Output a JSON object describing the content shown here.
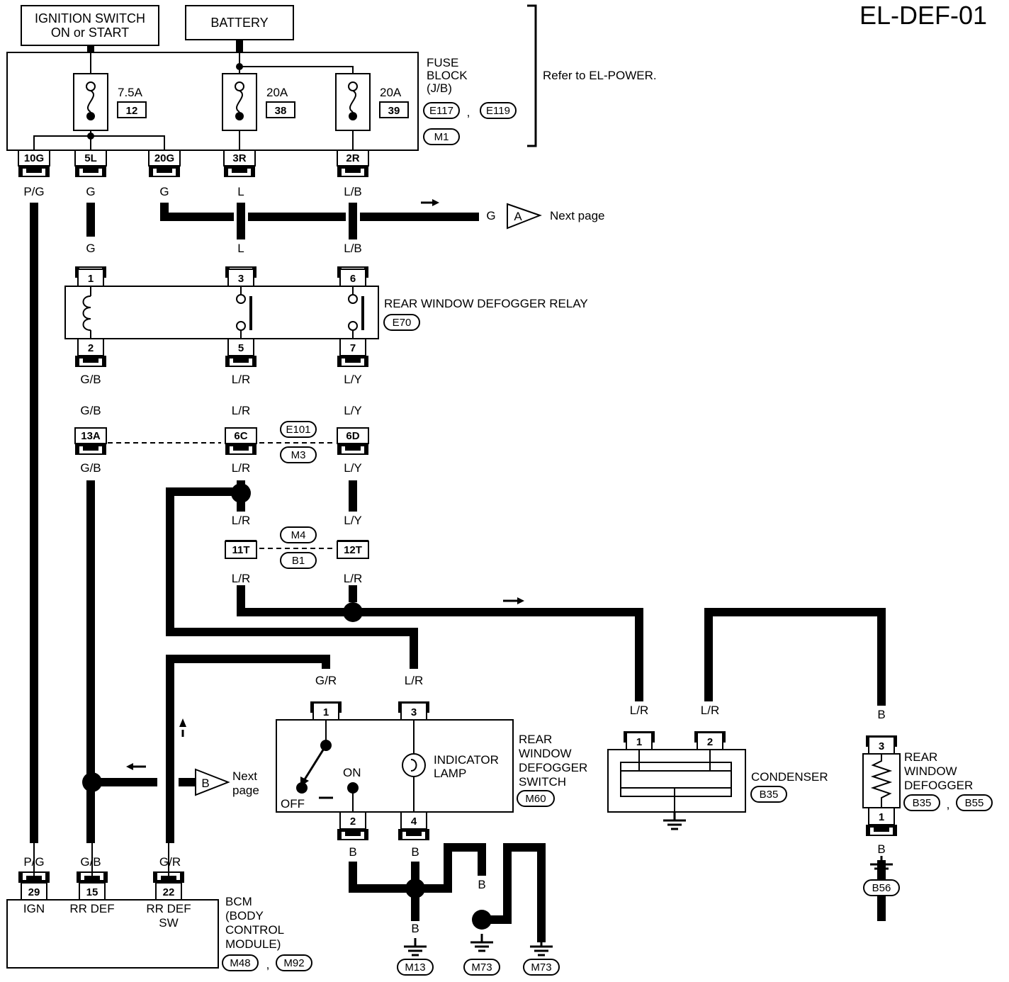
{
  "page_id": "EL-DEF-01",
  "sources": {
    "ignition_line1": "IGNITION SWITCH",
    "ignition_line2": "ON or START",
    "battery": "BATTERY"
  },
  "fuse_block": {
    "title_lines": [
      "FUSE",
      "BLOCK",
      "(J/B)"
    ],
    "connectors": [
      "E117",
      "E119",
      "M1"
    ],
    "refer": "Refer to EL-POWER.",
    "fuses": [
      {
        "rating": "7.5A",
        "number": "12"
      },
      {
        "rating": "20A",
        "number": "38"
      },
      {
        "rating": "20A",
        "number": "39"
      }
    ],
    "terminals": [
      "10G",
      "5L",
      "20G",
      "3R",
      "2R"
    ]
  },
  "wire_colors": {
    "pg": "P/G",
    "g": "G",
    "l": "L",
    "lb": "L/B",
    "gb": "G/B",
    "lr": "L/R",
    "ly": "L/Y",
    "gr": "G/R",
    "b": "B"
  },
  "offpage": {
    "a_letter": "A",
    "b_letter": "B",
    "next_page": "Next page",
    "next": "Next",
    "page": "page"
  },
  "relay": {
    "name": "REAR WINDOW DEFOGGER RELAY",
    "connector": "E70",
    "pins_top": [
      "1",
      "3",
      "6"
    ],
    "pins_bottom": [
      "2",
      "5",
      "7"
    ]
  },
  "joint1": {
    "terminals": [
      "13A",
      "6C",
      "6D"
    ],
    "connectors": [
      "E101",
      "M3"
    ]
  },
  "joint2": {
    "terminals": [
      "11T",
      "12T"
    ],
    "connectors": [
      "M4",
      "B1"
    ]
  },
  "switch": {
    "name_lines": [
      "REAR",
      "WINDOW",
      "DEFOGGER",
      "SWITCH"
    ],
    "connector": "M60",
    "lamp_lines": [
      "INDICATOR",
      "LAMP"
    ],
    "off": "OFF",
    "on": "ON",
    "pins": [
      "1",
      "3",
      "2",
      "4"
    ]
  },
  "condenser": {
    "name": "CONDENSER",
    "connector": "B35",
    "pins": [
      "1",
      "2"
    ]
  },
  "defogger": {
    "name_lines": [
      "REAR",
      "WINDOW",
      "DEFOGGER"
    ],
    "connectors": [
      "B35",
      "B55"
    ],
    "pins": [
      "3",
      "1"
    ],
    "ground": "B56"
  },
  "bcm": {
    "name_lines": [
      "BCM",
      "(BODY",
      "CONTROL",
      "MODULE)"
    ],
    "connectors": [
      "M48",
      "M92"
    ],
    "pins": [
      "29",
      "15",
      "22"
    ],
    "pin_labels": [
      "IGN",
      "RR DEF",
      "RR DEF",
      "SW"
    ]
  },
  "grounds": [
    "M13",
    "M73",
    "M73"
  ],
  "comma": ","
}
